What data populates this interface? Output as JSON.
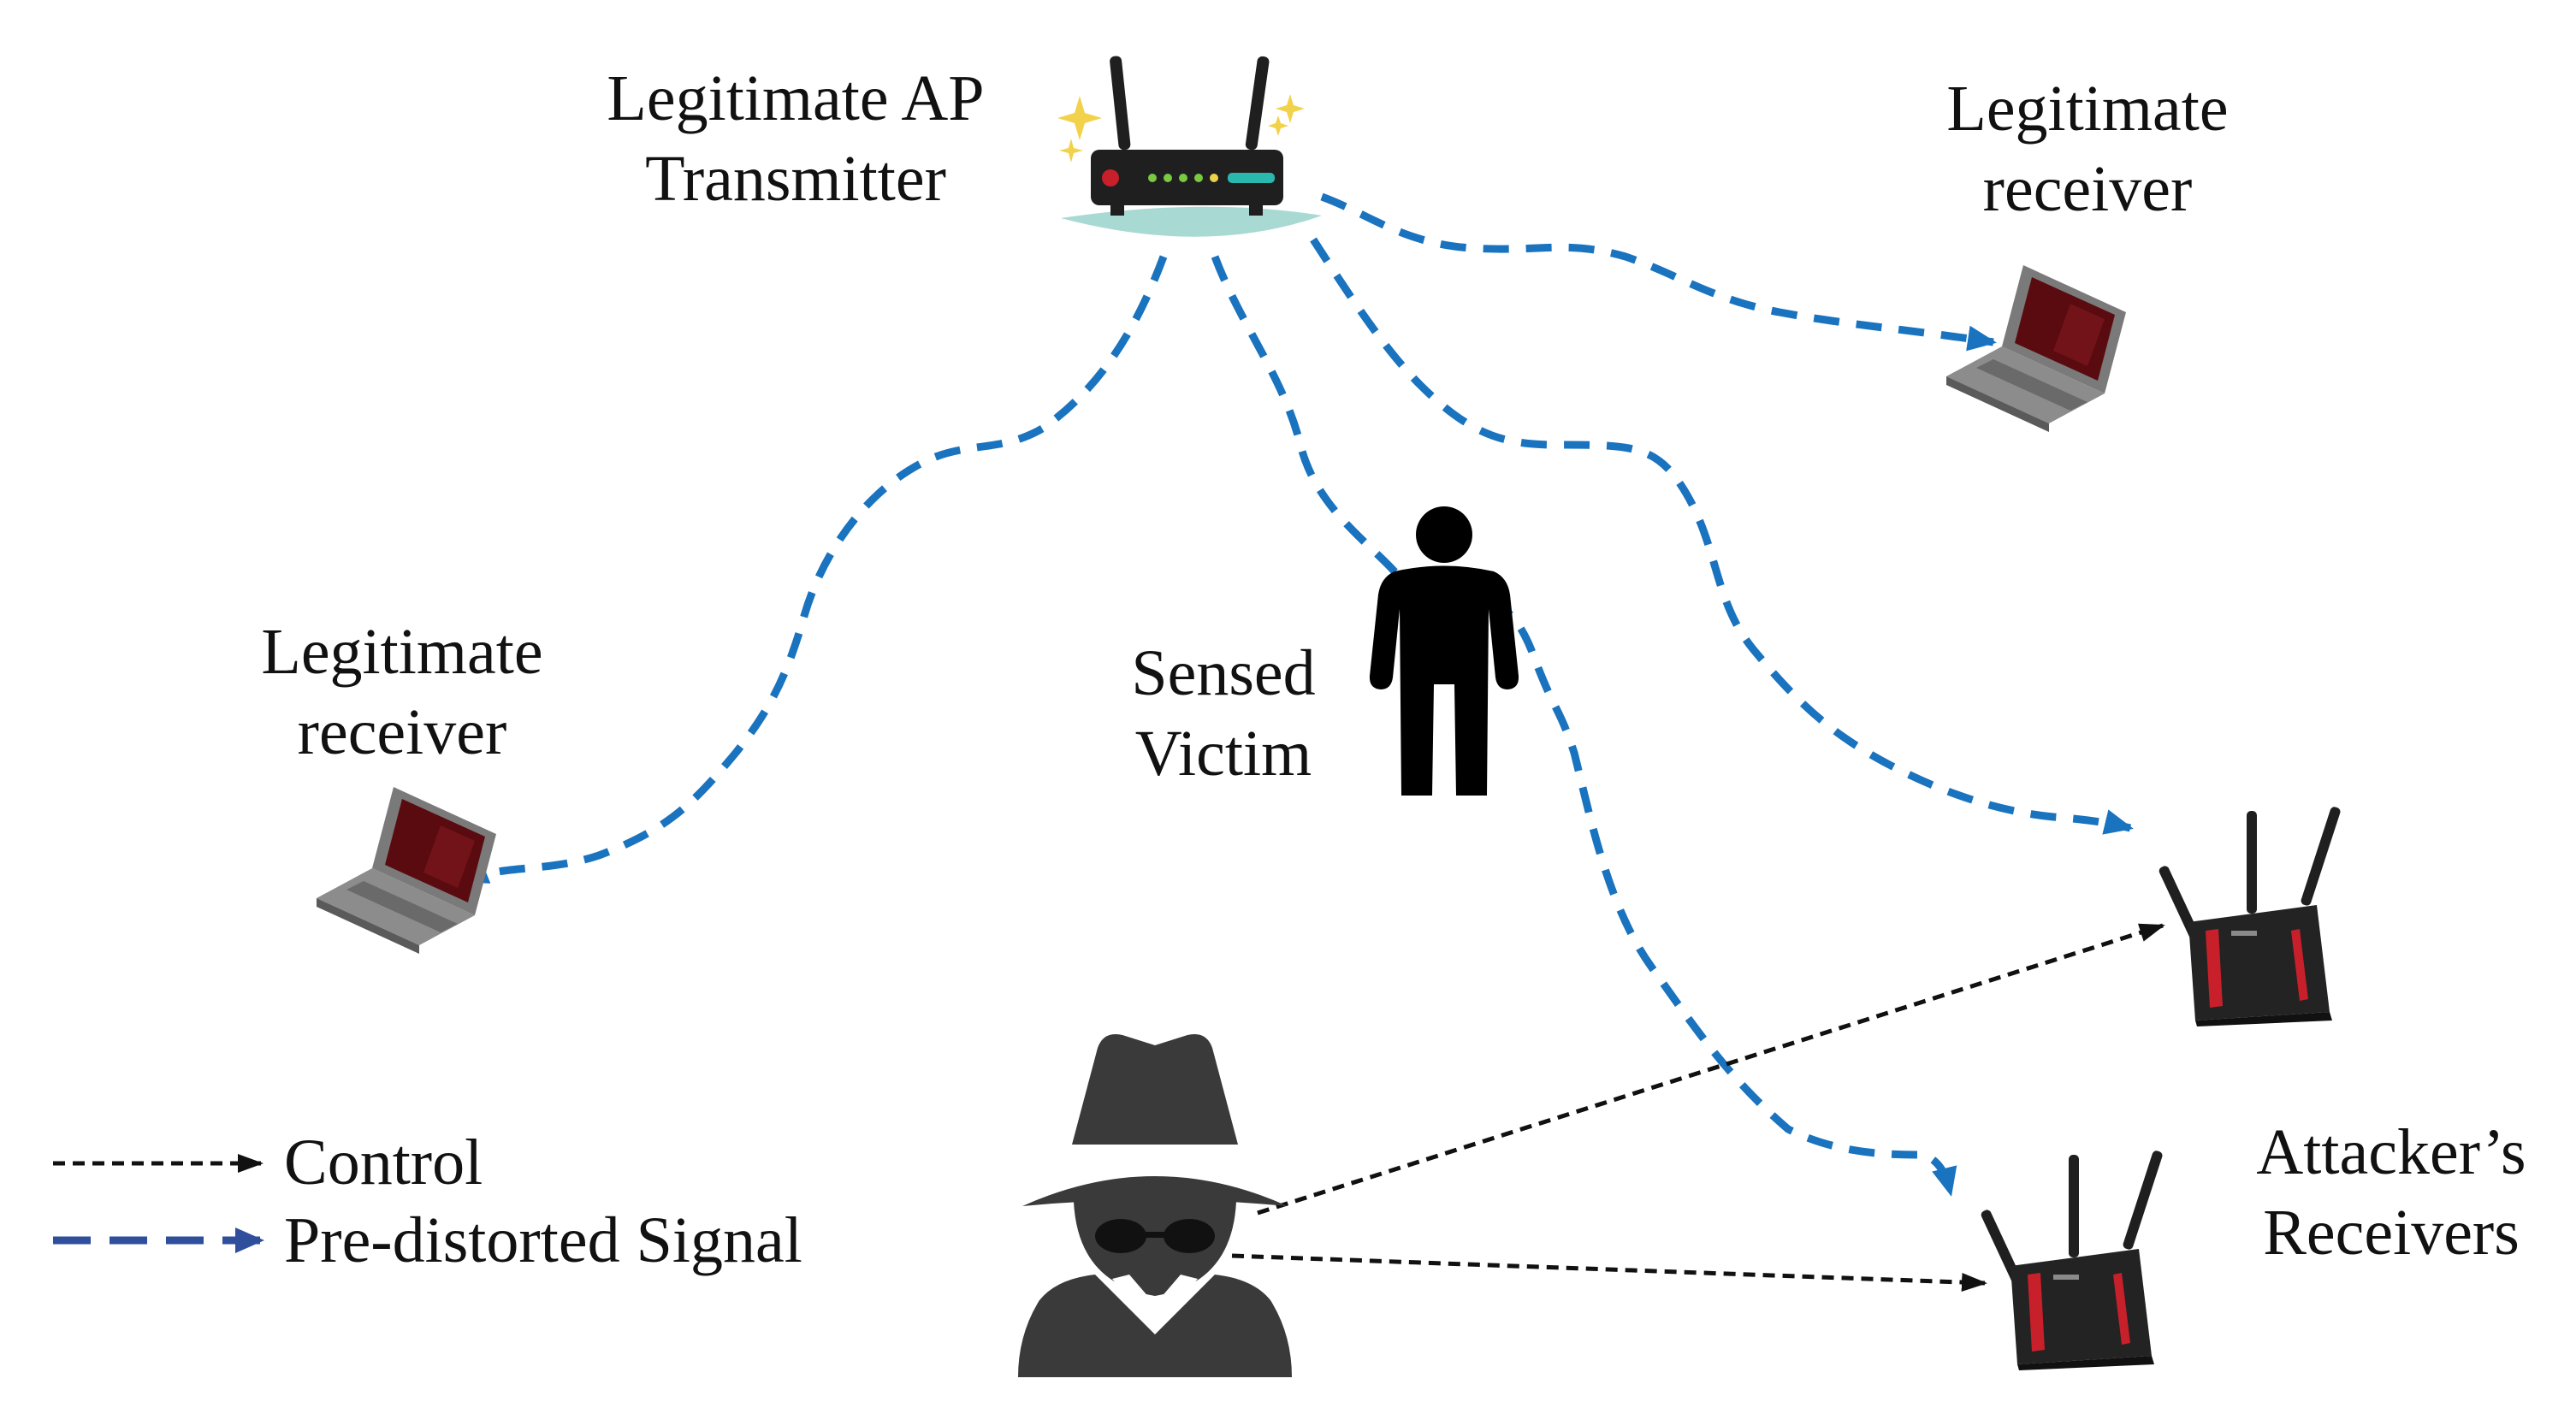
{
  "labels": {
    "ap_line1": "Legitimate AP",
    "ap_line2": "Transmitter",
    "receiver_top_line1": "Legitimate",
    "receiver_top_line2": "receiver",
    "receiver_left_line1": "Legitimate",
    "receiver_left_line2": "receiver",
    "victim_line1": "Sensed",
    "victim_line2": "Victim",
    "attacker_line1": "Attacker’s",
    "attacker_line2": "Receivers"
  },
  "legend": {
    "control": "Control",
    "signal": "Pre-distorted Signal"
  },
  "colors": {
    "signal": "#1a73be",
    "legend_signal": "#2f4f9c",
    "control": "#111111",
    "device_dark": "#1f1f1f",
    "router_accent": "#c8202a",
    "ap_glow": "#a9d9d3",
    "laptop_body": "#7a7a7a",
    "laptop_screen": "#5a0b0f"
  },
  "icons": {
    "ap": "wifi-router-icon",
    "laptop": "laptop-icon",
    "person": "person-icon",
    "attacker": "spy-icon",
    "attacker_router": "router-icon"
  }
}
